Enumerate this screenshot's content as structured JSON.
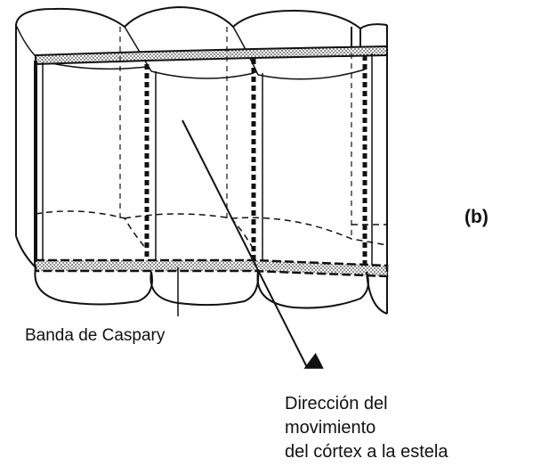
{
  "figure": {
    "panel_label": "(b)",
    "caspary_label": "Banda de Caspary",
    "direction_label_lines": [
      "Dirección del",
      "movimiento",
      "del córtex a la estela"
    ]
  }
}
